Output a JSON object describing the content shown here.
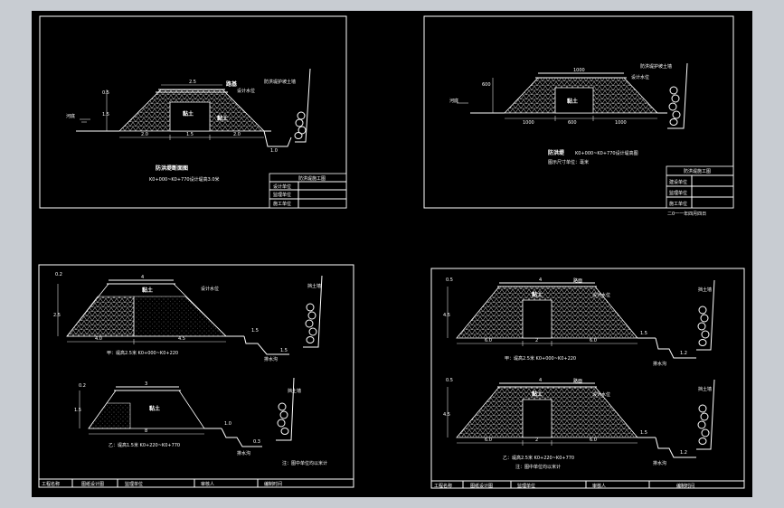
{
  "viewport": {
    "background": "#c8ccd2",
    "paper_color": "#000000",
    "line_color": "#ffffff"
  },
  "panels": [
    {
      "id": "p1",
      "title": "防洪堤断面图",
      "subtitle": "K0+000~K0+770设计堤高3.0米",
      "dims": {
        "crest": "2.5",
        "left_base": "2.0",
        "core_base": "1.5",
        "right_base": "2.0",
        "height_left": "0.5",
        "height_right": "1.0",
        "ditch": "1.0",
        "level": "1.5"
      },
      "labels": {
        "core": "黏土",
        "left_zone": "",
        "right_zone": "黏土",
        "top": "路基",
        "note_right": "防洪堤护坡土墙",
        "note_water": "设计水位",
        "water": "河底"
      },
      "title_block": [
        "施工单位",
        "监理单位",
        "设计单位"
      ],
      "title_block_head": "防洪堤施工图"
    },
    {
      "id": "p2",
      "title": "防洪堤",
      "subtitle": "K0+000~K0+770设计堤高图",
      "unit": "图示尺寸单位：毫米",
      "dims": {
        "crest": "1000",
        "left_base": "1000",
        "core_base": "600",
        "right_base": "1000",
        "height": "600"
      },
      "labels": {
        "core": "黏土",
        "water": "河底",
        "note_right": "防洪堤护坡土墙",
        "note_water": "设计水位"
      },
      "title_block_head": "防洪堤施工图",
      "title_block": [
        "建设单位",
        "监理单位",
        "施工单位"
      ],
      "date": "二0一一年四月四日"
    },
    {
      "id": "p3",
      "sec_a": {
        "caption": "甲：堤高2.5米 K0+000~K0+220",
        "crest": "4",
        "height": "2.5",
        "top_h": "0.2",
        "base_l": "4.0",
        "base_r": "4.5",
        "berm": "1.5",
        "ditch": "1.5",
        "core": "黏土",
        "note": "设计水位",
        "wall": "挡土墙",
        "ditch_lbl": "排水沟"
      },
      "sec_b": {
        "caption": "乙：堤高1.5米 K0+220~K0+770",
        "crest": "3",
        "height": "1.5",
        "top_h": "0.2",
        "base": "8",
        "berm": "1.0",
        "ditch": "0.3",
        "core": "黏土",
        "wall": "挡土墙",
        "ditch_lbl": "排水沟"
      },
      "note": "注：图中单位均以米计",
      "strip": [
        "工程名称",
        "图纸设计图",
        "监理单位",
        "审核人",
        "编制时间"
      ]
    },
    {
      "id": "p4",
      "sec_a": {
        "caption": "甲：堤高2.5米 K0+000~K0+220",
        "crest": "4",
        "height": "4.5",
        "top_h": "0.5",
        "base_l": "6.0",
        "core_w": "2",
        "base_r": "6.0",
        "berm": "1.5",
        "ditch": "1.2",
        "core": "黏土",
        "top": "路面",
        "note": "设计水位",
        "wall": "挡土墙",
        "ditch_lbl": "排水沟"
      },
      "sec_b": {
        "caption": "乙：堤高2.5米 K0+220~K0+770",
        "crest": "4",
        "height": "4.5",
        "top_h": "0.5",
        "base_l": "6.0",
        "core_w": "2",
        "base_r": "6.0",
        "berm": "1.5",
        "ditch": "1.2",
        "core": "黏土",
        "top": "路面",
        "note": "设计水位",
        "wall": "挡土墙",
        "ditch_lbl": "排水沟"
      },
      "note": "注：图中单位均以米计",
      "strip": [
        "工程名称",
        "图纸设计图",
        "监理单位",
        "审核人",
        "编制时间"
      ]
    }
  ]
}
